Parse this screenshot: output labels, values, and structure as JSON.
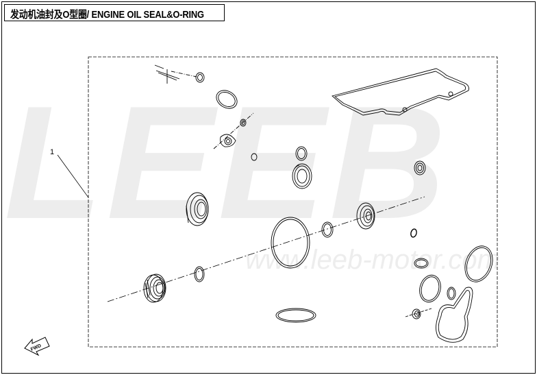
{
  "title": "发动机油封及O型圈/ ENGINE OIL SEAL&O-RING",
  "callout": "1",
  "watermark": {
    "logo": "LEEB",
    "url": "www.leeb-motor.com"
  },
  "direction_marker": {
    "label": "FWD",
    "icon": "forward-arrow-icon"
  },
  "colors": {
    "line": "#000000",
    "watermark": "#ededed"
  }
}
